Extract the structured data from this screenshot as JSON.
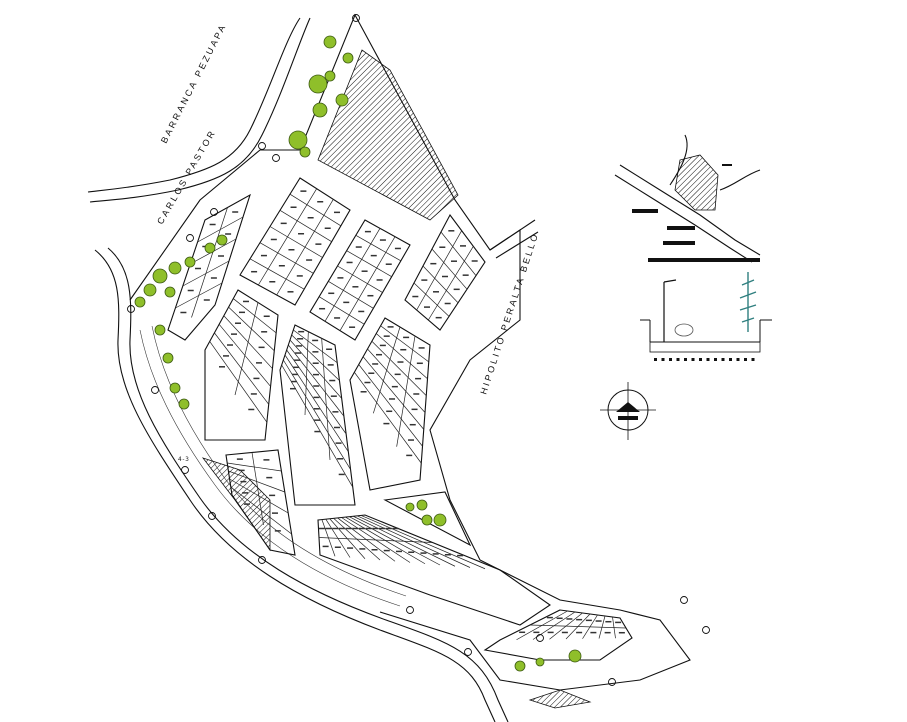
{
  "streets": {
    "barranca": "BARRANCA PEZUAPA",
    "carlos": "CARLOS PASTOR",
    "hipolito": "HIPOLITO PERALTA BELLO"
  },
  "marks": {
    "block_code": "4-3"
  },
  "colors": {
    "line": "#111111",
    "tree_green": "#8fbf2a",
    "tree_dark": "#3c5a12",
    "sketch_teal": "#2f7f7f"
  }
}
